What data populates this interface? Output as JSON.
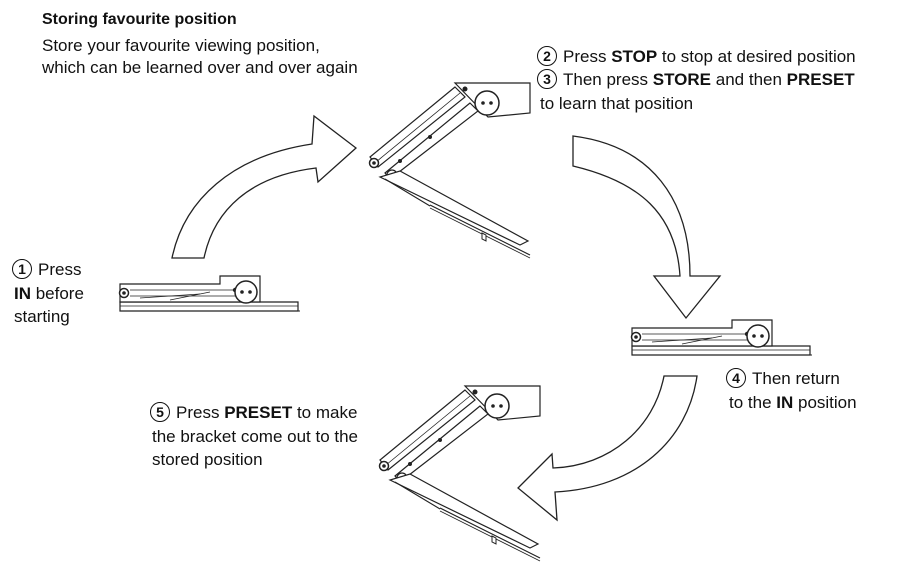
{
  "header": {
    "title": "Storing favourite position",
    "line1": "Store your favourite viewing position,",
    "line2": "which can be learned over and over again"
  },
  "steps": [
    {
      "number": "1",
      "lines": [
        {
          "plain": "Press"
        },
        {
          "bold": "IN",
          "plain": " before"
        },
        {
          "plain": "starting"
        }
      ]
    },
    {
      "number": "2",
      "pre": "Press ",
      "bold": "STOP",
      "post": " to stop at desired position"
    },
    {
      "number": "3",
      "pre": "Then press ",
      "bold": "STORE",
      "mid": " and then ",
      "bold2": "PRESET",
      "line2": "to learn that position"
    },
    {
      "number": "4",
      "line1": "Then return",
      "pre": "to the ",
      "bold": "IN",
      "post": " position"
    },
    {
      "number": "5",
      "pre": "Press ",
      "bold": "PRESET",
      "post": " to make",
      "line2": "the bracket come out to the",
      "line3": "stored position"
    }
  ],
  "colors": {
    "ink": "#111111",
    "arrow_fill": "#ffffff",
    "bracket_fill": "#ffffff"
  }
}
